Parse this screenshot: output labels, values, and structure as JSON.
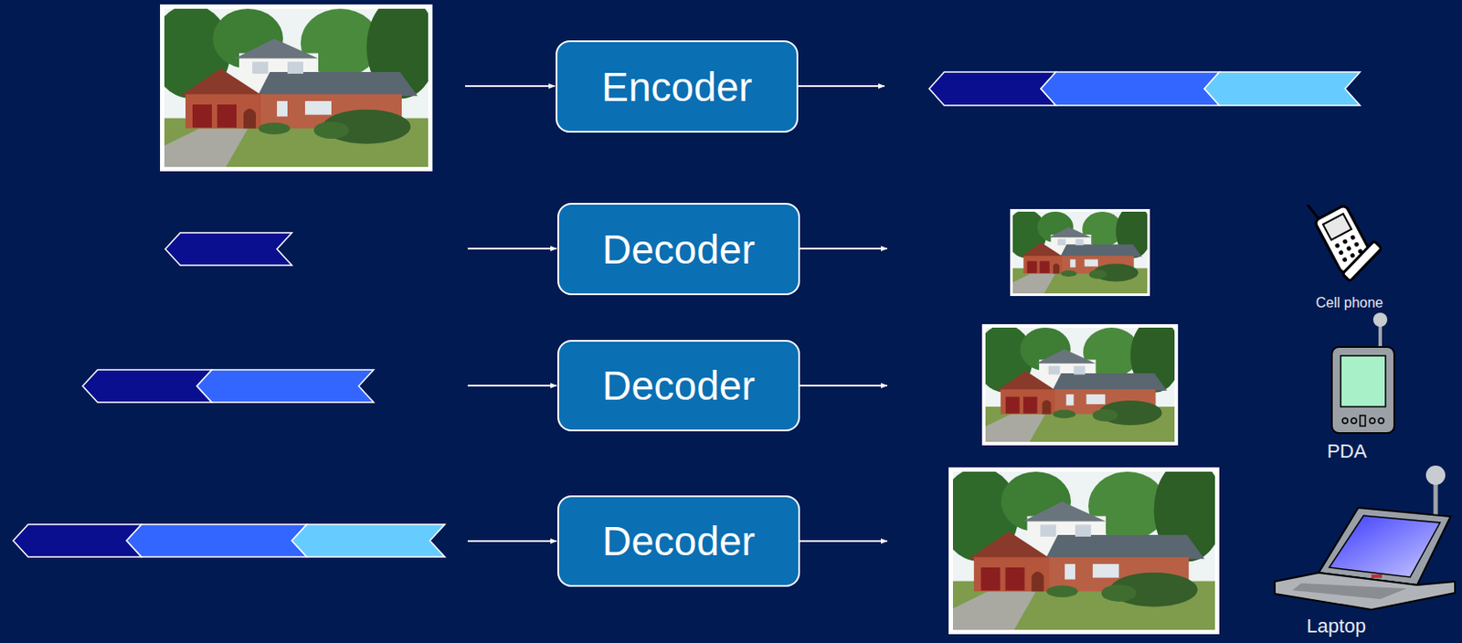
{
  "diagram": {
    "nodes": [
      {
        "text": [
          "Encoder"
        ]
      },
      {
        "text": [
          "Decoder"
        ]
      },
      {
        "text": [
          "Decoder"
        ]
      },
      {
        "text": [
          "Decoder"
        ]
      }
    ],
    "labels": [
      "Cell phone",
      "PDA",
      "Laptop"
    ]
  }
}
